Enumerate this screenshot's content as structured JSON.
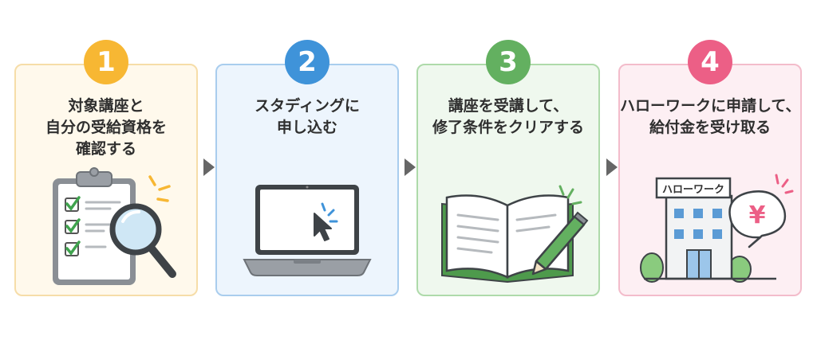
{
  "steps": [
    {
      "number": "1",
      "lines": [
        "対象講座と",
        "自分の受給資格を",
        "確認する"
      ],
      "accent": "#F7B733",
      "bg": "#FFF9EC",
      "border": "#F6DDA8"
    },
    {
      "number": "2",
      "lines": [
        "スタディングに",
        "申し込む"
      ],
      "accent": "#3F93D9",
      "bg": "#EDF5FD",
      "border": "#A9CDEE"
    },
    {
      "number": "3",
      "lines": [
        "講座を受講して、",
        "修了条件をクリアする"
      ],
      "accent": "#63B060",
      "bg": "#EFF8EE",
      "border": "#AEDAAA"
    },
    {
      "number": "4",
      "lines": [
        "ハローワークに申請して、",
        "給付金を受け取る"
      ],
      "accent": "#EC5F86",
      "bg": "#FDEFF3",
      "border": "#F3BCCB"
    }
  ],
  "building_sign": "ハローワーク",
  "currency_symbol": "¥"
}
